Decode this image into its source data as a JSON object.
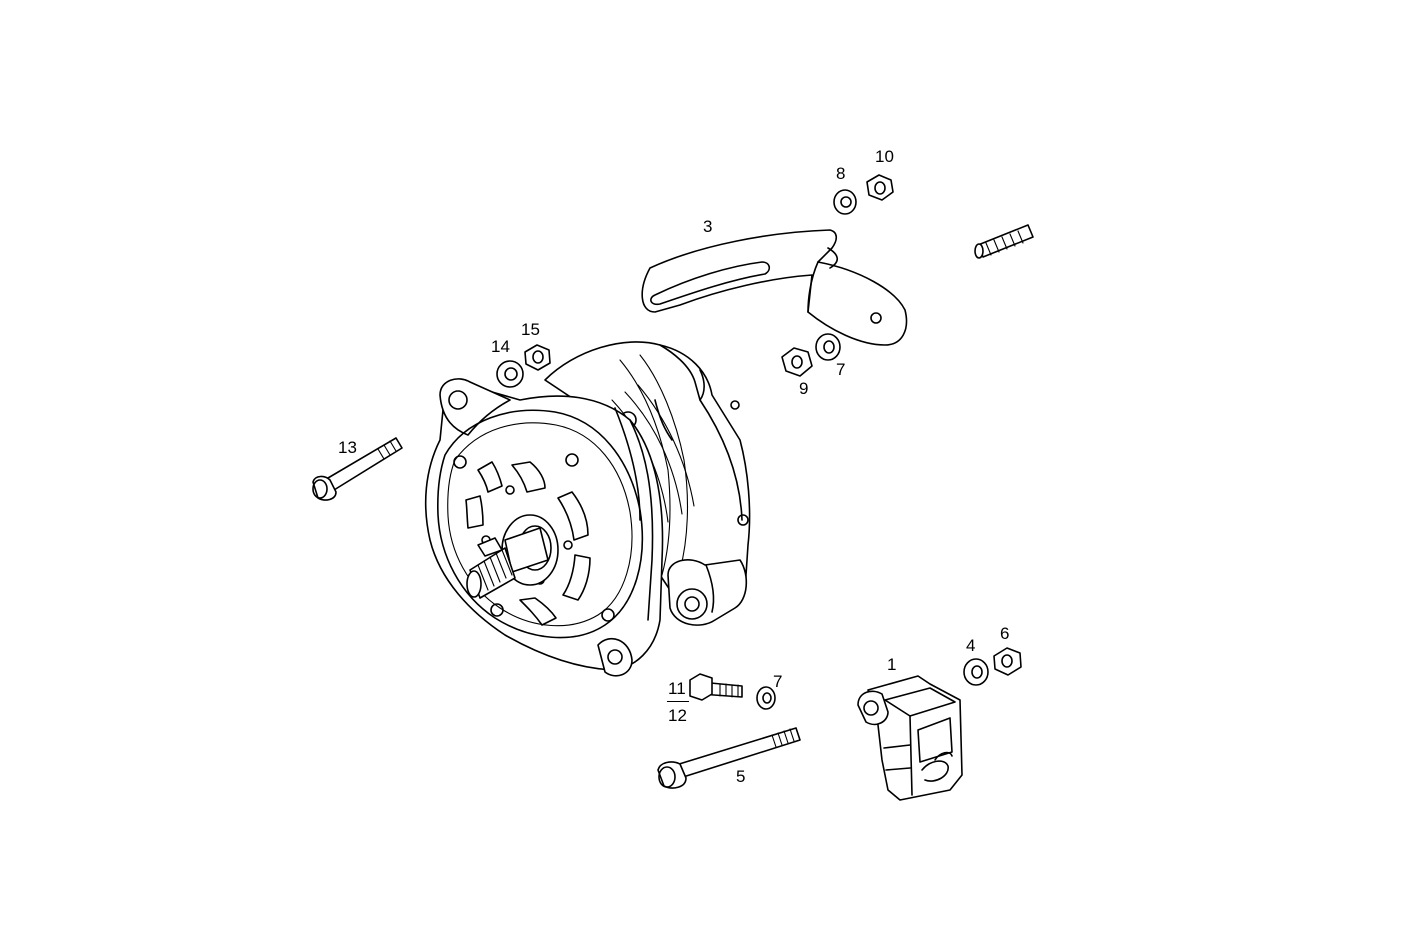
{
  "diagram": {
    "colors": {
      "line": "#000000",
      "background": "#ffffff"
    },
    "parts": [
      {
        "id": "p1",
        "label": "1",
        "name": "support bracket"
      },
      {
        "id": "p3",
        "label": "3",
        "name": "tension strap"
      },
      {
        "id": "p4",
        "label": "4",
        "name": "washer"
      },
      {
        "id": "p5",
        "label": "5",
        "name": "long bolt"
      },
      {
        "id": "p6",
        "label": "6",
        "name": "nut"
      },
      {
        "id": "p7a",
        "label": "7",
        "name": "washer"
      },
      {
        "id": "p7b",
        "label": "7",
        "name": "washer"
      },
      {
        "id": "p8",
        "label": "8",
        "name": "washer"
      },
      {
        "id": "p9",
        "label": "9",
        "name": "nut"
      },
      {
        "id": "p10",
        "label": "10",
        "name": "nut"
      },
      {
        "id": "p11",
        "label": "11",
        "name": "bolt"
      },
      {
        "id": "p12",
        "label": "12",
        "name": "bolt"
      },
      {
        "id": "p13",
        "label": "13",
        "name": "bolt"
      },
      {
        "id": "p14",
        "label": "14",
        "name": "spacer"
      },
      {
        "id": "p15",
        "label": "15",
        "name": "nut"
      }
    ]
  }
}
